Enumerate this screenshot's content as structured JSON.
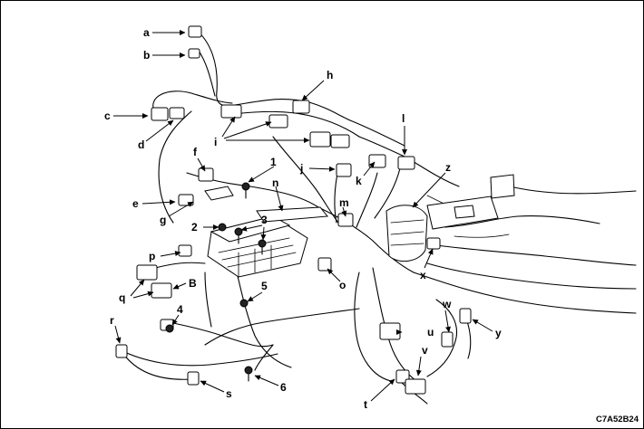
{
  "labels": {
    "a": "a",
    "b": "b",
    "c": "c",
    "d": "d",
    "e": "e",
    "f": "f",
    "g": "g",
    "h": "h",
    "i": "i",
    "j": "j",
    "k": "k",
    "l": "l",
    "m": "m",
    "n": "n",
    "o": "o",
    "p": "p",
    "q": "q",
    "r": "r",
    "s": "s",
    "t": "t",
    "u": "u",
    "v": "v",
    "w": "w",
    "x": "x",
    "y": "y",
    "z": "z",
    "B": "B",
    "n1": "1",
    "n2": "2",
    "n3": "3",
    "n4": "4",
    "n5": "5",
    "n6": "6"
  },
  "figure_code": "C7A52B24"
}
